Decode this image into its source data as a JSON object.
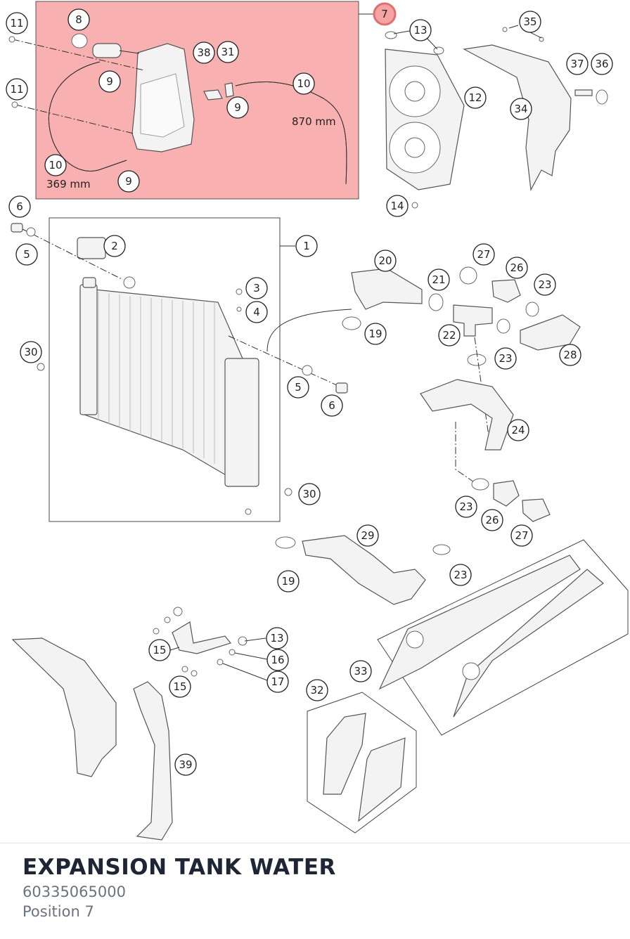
{
  "part": {
    "title": "EXPANSION TANK WATER",
    "number": "60335065000",
    "position": "Position 7"
  },
  "highlight_color": "#f5a3a3",
  "callouts": {
    "c1": "1",
    "c2": "2",
    "c3": "3",
    "c4": "4",
    "c5": "5",
    "c6": "6",
    "c7": "7",
    "c8": "8",
    "c9": "9",
    "c10": "10",
    "c11": "11",
    "c12": "12",
    "c13": "13",
    "c14": "14",
    "c15": "15",
    "c16": "16",
    "c17": "17",
    "c19": "19",
    "c20": "20",
    "c21": "21",
    "c22": "22",
    "c23": "23",
    "c24": "24",
    "c26": "26",
    "c27": "27",
    "c28": "28",
    "c29": "29",
    "c30": "30",
    "c31": "31",
    "c32": "32",
    "c33": "33",
    "c34": "34",
    "c35": "35",
    "c36": "36",
    "c37": "37",
    "c38": "38",
    "c39": "39"
  },
  "measurements": {
    "hose_long": "870 mm",
    "hose_short": "369 mm"
  }
}
